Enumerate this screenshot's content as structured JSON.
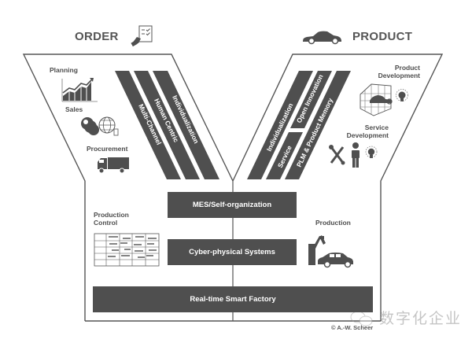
{
  "header": {
    "left_title": "ORDER",
    "right_title": "PRODUCT"
  },
  "left_panel": {
    "labels": {
      "planning": "Planning",
      "sales": "Sales",
      "procurement": "Procurement"
    },
    "stripes": [
      "Multi-Channel",
      "Human Centric",
      "Individualization"
    ]
  },
  "right_panel": {
    "labels": {
      "product_development": [
        "Product",
        "Development"
      ],
      "service_development": [
        "Service",
        "Development"
      ]
    },
    "stripes": {
      "stripe1": "Individualization",
      "stripe2_top": "Open Innovation",
      "stripe2_bottom": "Service",
      "stripe3": "PLM & Product Memory"
    }
  },
  "base": {
    "production_control": [
      "Production",
      "Control"
    ],
    "production": "Production",
    "layers": {
      "mes": "MES/Self-organization",
      "cps": "Cyber-physical Systems",
      "factory": "Real-time Smart Factory"
    }
  },
  "footer": {
    "copyright": "© A.-W. Scheer",
    "watermark": "数字化企业"
  },
  "colors": {
    "dark_fill": "#4f4f4f",
    "outline": "#555555",
    "background": "#ffffff"
  }
}
